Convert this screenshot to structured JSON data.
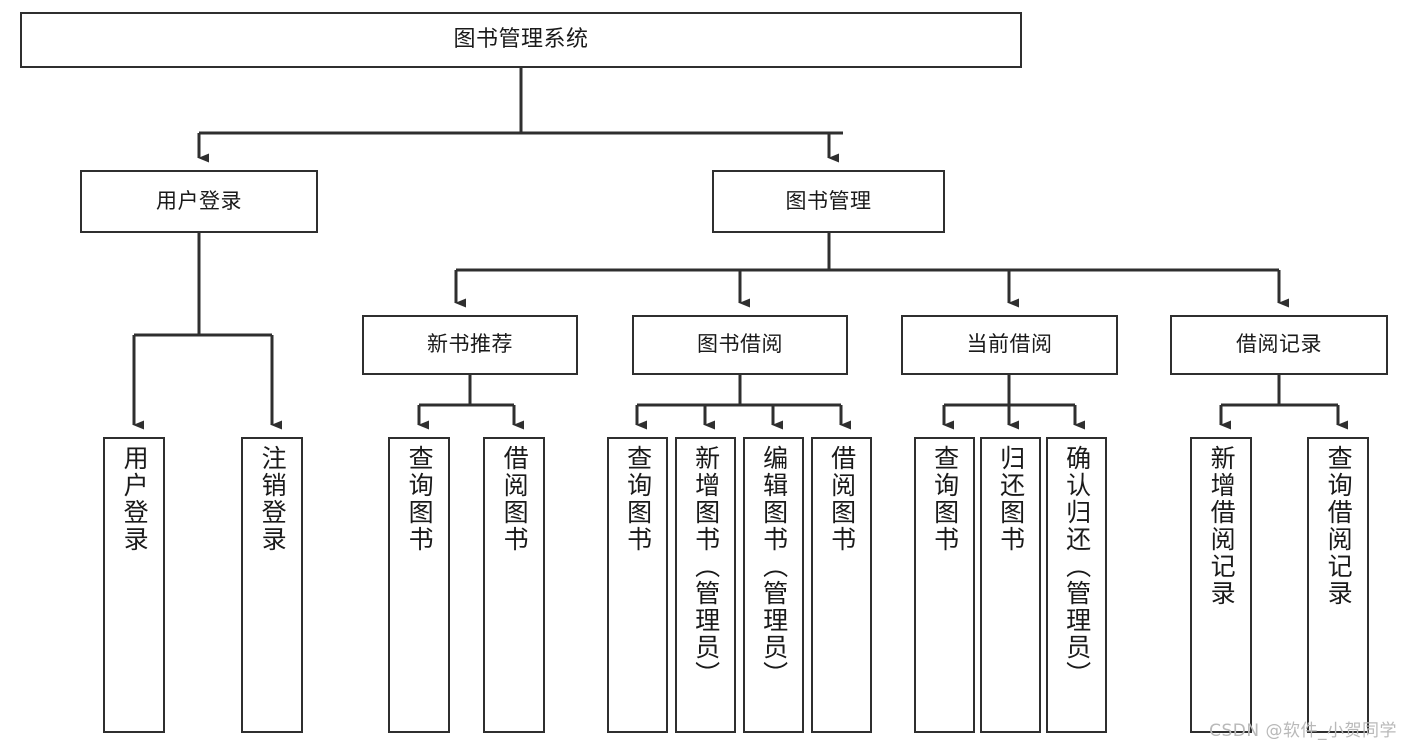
{
  "diagram": {
    "type": "tree-hierarchy",
    "title": "图书管理系统",
    "colors": {
      "box_border": "#2f2f2f",
      "box_fill": "#ffffff",
      "edge": "#2f2f2f",
      "text": "#1a1a1a",
      "watermark": "#b9b9b9",
      "background": "#ffffff"
    },
    "nodes": {
      "root": {
        "label": "图书管理系统",
        "orientation": "horizontal"
      },
      "user_login": {
        "label": "用户登录",
        "orientation": "horizontal"
      },
      "book_manage": {
        "label": "图书管理",
        "orientation": "horizontal"
      },
      "new_book_rec": {
        "label": "新书推荐",
        "orientation": "horizontal"
      },
      "book_borrow": {
        "label": "图书借阅",
        "orientation": "horizontal"
      },
      "current_borrow": {
        "label": "当前借阅",
        "orientation": "horizontal"
      },
      "borrow_record": {
        "label": "借阅记录",
        "orientation": "horizontal"
      },
      "leaf_user_login": {
        "label": "用户登录",
        "orientation": "vertical"
      },
      "leaf_logout": {
        "label": "注销登录",
        "orientation": "vertical"
      },
      "leaf_query_book_a": {
        "label": "查询图书",
        "orientation": "vertical"
      },
      "leaf_borrow_book_a": {
        "label": "借阅图书",
        "orientation": "vertical"
      },
      "leaf_query_book_b": {
        "label": "查询图书",
        "orientation": "vertical"
      },
      "leaf_add_book": {
        "label": "新增图书（管理员）",
        "orientation": "vertical"
      },
      "leaf_edit_book": {
        "label": "编辑图书（管理员）",
        "orientation": "vertical"
      },
      "leaf_borrow_book_b": {
        "label": "借阅图书",
        "orientation": "vertical"
      },
      "leaf_query_book_c": {
        "label": "查询图书",
        "orientation": "vertical"
      },
      "leaf_return_book": {
        "label": "归还图书",
        "orientation": "vertical"
      },
      "leaf_confirm_return": {
        "label": "确认归还（管理员）",
        "orientation": "vertical"
      },
      "leaf_add_record": {
        "label": "新增借阅记录",
        "orientation": "vertical"
      },
      "leaf_query_record": {
        "label": "查询借阅记录",
        "orientation": "vertical"
      }
    },
    "edges": [
      {
        "from": "root",
        "to": "user_login"
      },
      {
        "from": "root",
        "to": "book_manage"
      },
      {
        "from": "user_login",
        "to": "leaf_user_login"
      },
      {
        "from": "user_login",
        "to": "leaf_logout"
      },
      {
        "from": "book_manage",
        "to": "new_book_rec"
      },
      {
        "from": "book_manage",
        "to": "book_borrow"
      },
      {
        "from": "book_manage",
        "to": "current_borrow"
      },
      {
        "from": "book_manage",
        "to": "borrow_record"
      },
      {
        "from": "new_book_rec",
        "to": "leaf_query_book_a"
      },
      {
        "from": "new_book_rec",
        "to": "leaf_borrow_book_a"
      },
      {
        "from": "book_borrow",
        "to": "leaf_query_book_b"
      },
      {
        "from": "book_borrow",
        "to": "leaf_add_book"
      },
      {
        "from": "book_borrow",
        "to": "leaf_edit_book"
      },
      {
        "from": "book_borrow",
        "to": "leaf_borrow_book_b"
      },
      {
        "from": "current_borrow",
        "to": "leaf_query_book_c"
      },
      {
        "from": "current_borrow",
        "to": "leaf_return_book"
      },
      {
        "from": "current_borrow",
        "to": "leaf_confirm_return"
      },
      {
        "from": "borrow_record",
        "to": "leaf_add_record"
      },
      {
        "from": "borrow_record",
        "to": "leaf_query_record"
      }
    ]
  },
  "watermark": {
    "text": "CSDN @软件_小贺同学"
  }
}
